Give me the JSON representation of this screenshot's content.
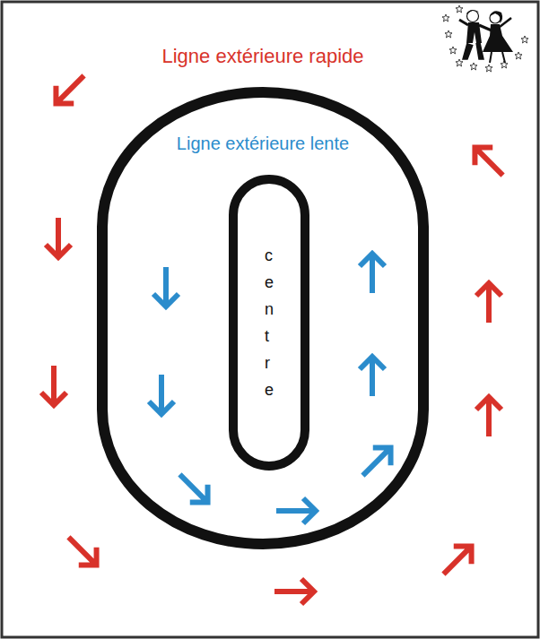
{
  "diagram": {
    "nodes": [
      {
        "text": [
          "Ligne extérieure lente"
        ]
      },
      {
        "text": [
          "centre"
        ],
        "in": 0
      }
    ],
    "labels": [
      "Ligne extérieure rapide"
    ]
  }
}
